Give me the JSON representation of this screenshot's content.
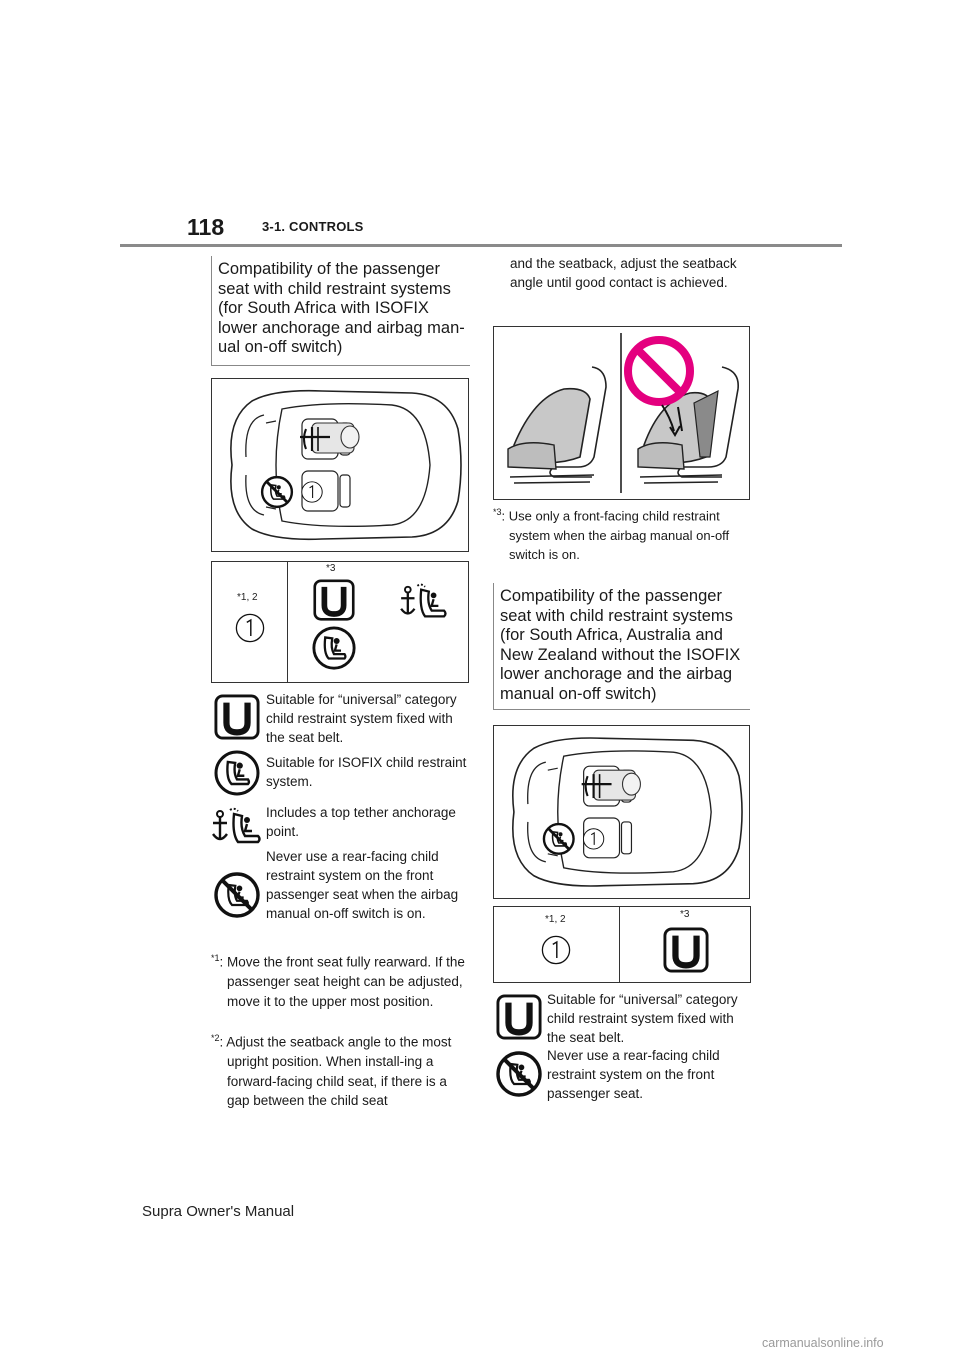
{
  "header": {
    "page_number": "118",
    "section": "3-1. CONTROLS"
  },
  "left": {
    "heading": "Compatibility of the passenger seat with child restraint systems (for South Africa with ISOFIX lower anchorage and airbag man-ual on-off switch)",
    "position_label": "1",
    "table": {
      "col1_note": "*1, 2",
      "col2_note": "*3",
      "position_label": "1"
    },
    "legend": [
      {
        "icon": "universal-u-icon",
        "text": "Suitable for “universal” category child restraint system fixed with the seat belt."
      },
      {
        "icon": "isofix-icon",
        "text": "Suitable for ISOFIX child restraint system."
      },
      {
        "icon": "top-tether-icon",
        "text": "Includes a top tether anchorage point."
      },
      {
        "icon": "no-rear-facing-icon",
        "text": "Never use a rear-facing child restraint system on the front passenger seat when the airbag manual on-off switch is on."
      }
    ],
    "notes": [
      {
        "mark": "*1",
        "text": ": Move the front seat fully rearward. If the passenger seat height can be adjusted, move it to the upper most position."
      },
      {
        "mark": "*2",
        "text": ": Adjust the seatback angle to the most upright position. When install-ing a forward-facing child seat, if there is a gap between the child seat"
      }
    ]
  },
  "right": {
    "continued_text": "and the seatback, adjust the seatback angle until good contact is achieved.",
    "note3": {
      "mark": "*3",
      "text": ": Use only a front-facing child restraint system when the airbag manual on-off switch is on."
    },
    "heading": "Compatibility of the passenger seat with child restraint systems (for South Africa, Australia and New Zealand without the ISOFIX lower anchorage and the airbag manual on-off switch)",
    "position_label": "1",
    "table": {
      "col1_note": "*1, 2",
      "col2_note": "*3",
      "position_label": "1"
    },
    "legend": [
      {
        "icon": "universal-u-icon",
        "text": "Suitable for “universal” category child restraint system fixed with the seat belt."
      },
      {
        "icon": "no-rear-facing-icon",
        "text": "Never use a rear-facing child restraint system on the front passenger seat."
      }
    ]
  },
  "footer": {
    "manual_title": "Supra Owner's Manual"
  },
  "watermark": "carmanualsonline.info",
  "colors": {
    "prohibit_magenta": "#e4007f",
    "gray_fill": "#bdbdbd",
    "rule": "#8a8a8a"
  }
}
